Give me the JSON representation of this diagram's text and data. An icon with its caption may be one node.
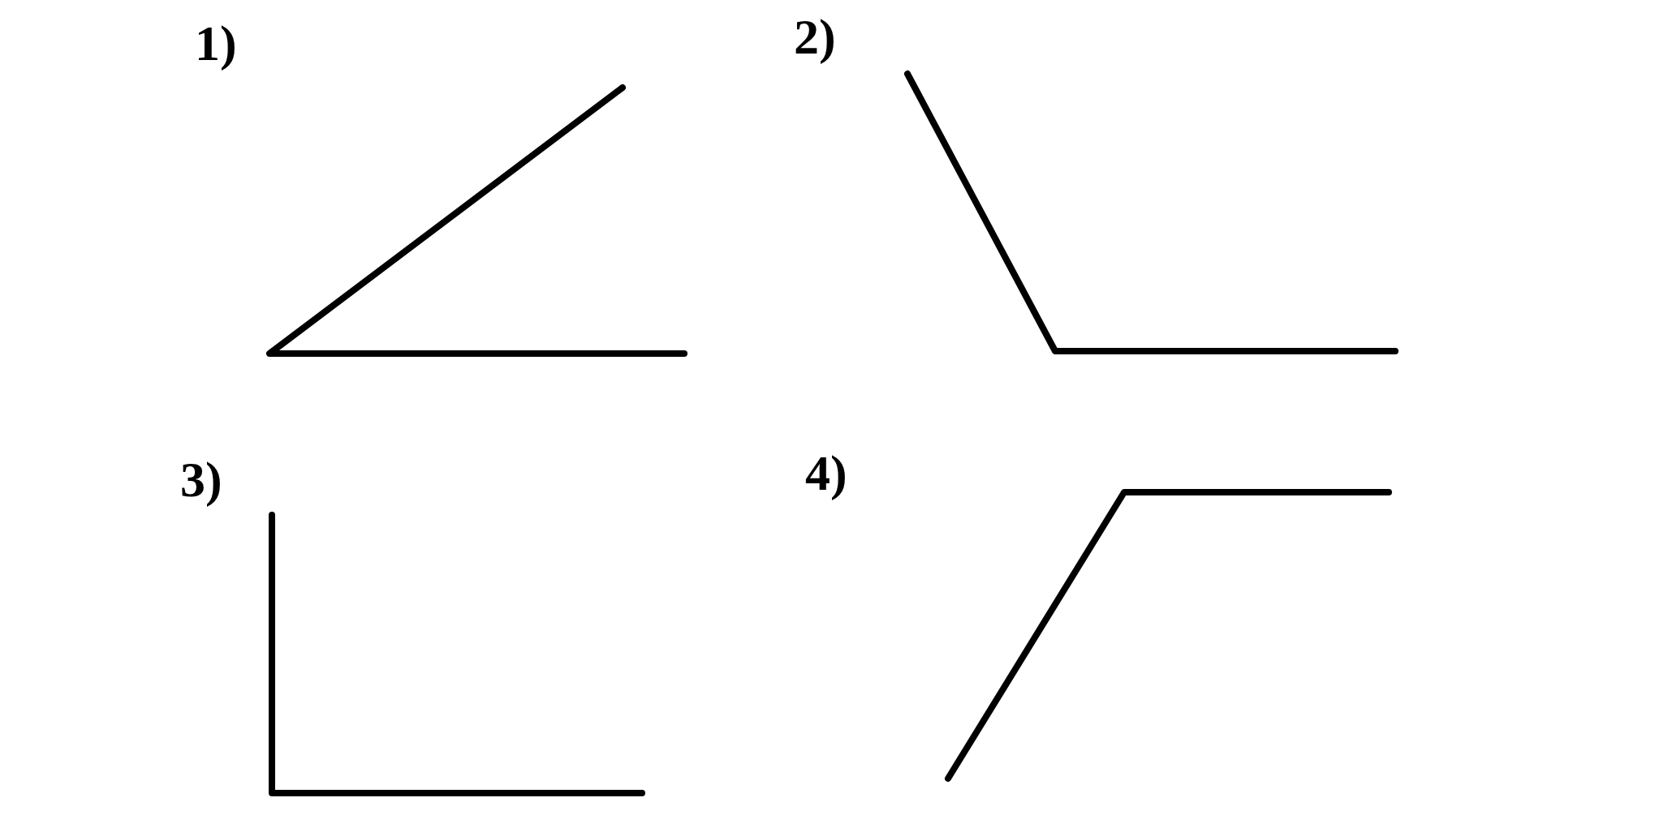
{
  "diagram": {
    "labels": [
      "1)",
      "2)",
      "3)",
      "4)"
    ]
  }
}
